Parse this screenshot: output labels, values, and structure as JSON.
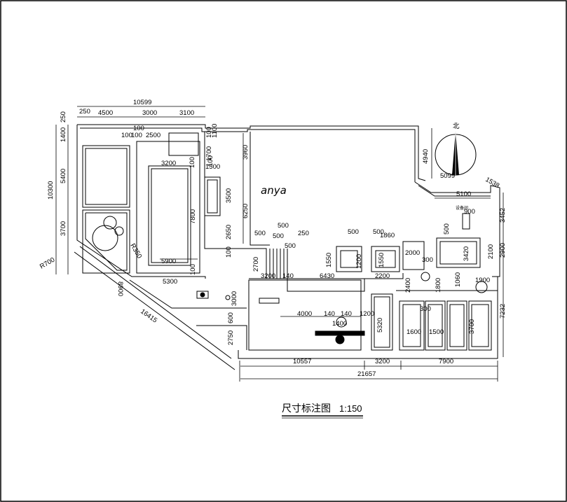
{
  "drawing": {
    "title": "尺寸标注图",
    "scale": "1:150",
    "watermark": "anya",
    "north_label": "北",
    "small_note": "设备间"
  },
  "dimensions": {
    "top": [
      "10599",
      "250",
      "4500",
      "3000",
      "3100"
    ],
    "left": [
      "250",
      "1400",
      "10300",
      "5400",
      "3700",
      "R700"
    ],
    "inner_top": [
      "100",
      "100",
      "100",
      "2500",
      "1700",
      "100",
      "1100",
      "3200",
      "100",
      "1500",
      "100",
      "3960",
      "6250",
      "3500",
      "2650",
      "100",
      "7800",
      "5900",
      "100"
    ],
    "middle": [
      "500",
      "500",
      "500",
      "250",
      "500",
      "500",
      "2700",
      "3200",
      "140",
      "500",
      "1860",
      "1550",
      "1200",
      "1550",
      "2000",
      "6430",
      "2200",
      "300"
    ],
    "right": [
      "4940",
      "5099",
      "1538",
      "5100",
      "3452",
      "900",
      "2900",
      "3420",
      "500",
      "2100",
      "7232",
      "1800",
      "1060",
      "1900",
      "2400"
    ],
    "lower": [
      "5300",
      "3000",
      "600",
      "2750",
      "4000",
      "140",
      "140",
      "1200",
      "1400",
      "5320",
      "300",
      "1600",
      "1500",
      "3700",
      "8900",
      "R350",
      "16415"
    ],
    "bottom": [
      "10557",
      "3200",
      "7900",
      "21657"
    ]
  },
  "colors": {
    "line": "#000000",
    "paper": "#ffffff"
  }
}
